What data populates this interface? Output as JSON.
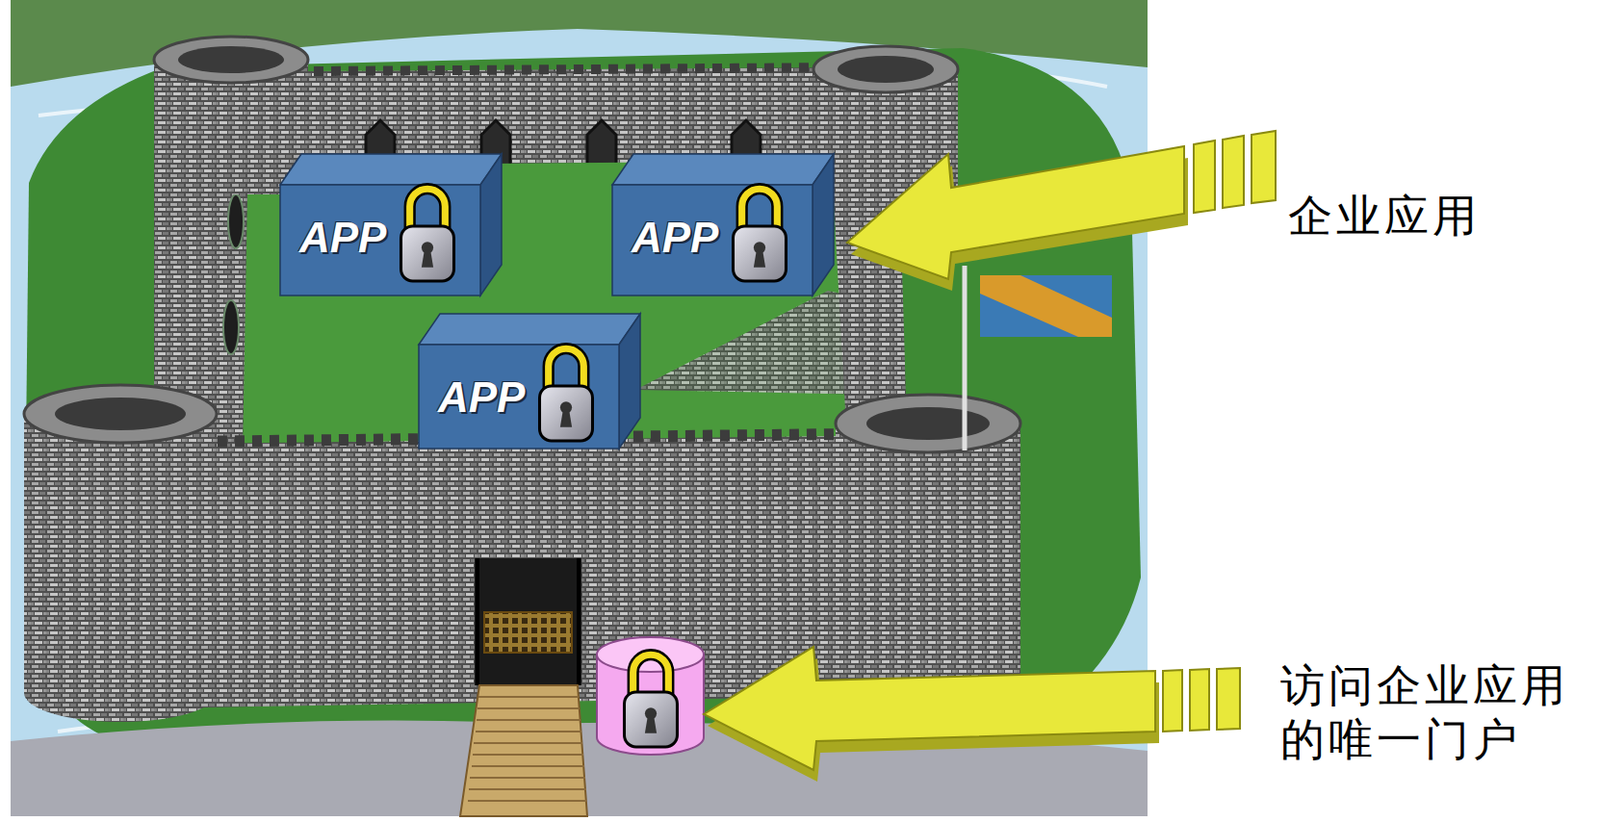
{
  "diagram": {
    "nodes": [
      {
        "text": [
          "APP"
        ]
      },
      {
        "text": [
          "APP"
        ]
      },
      {
        "text": [
          "APP"
        ]
      }
    ],
    "labels": [
      "企业应用",
      "访问企业应用的唯一门户"
    ]
  }
}
